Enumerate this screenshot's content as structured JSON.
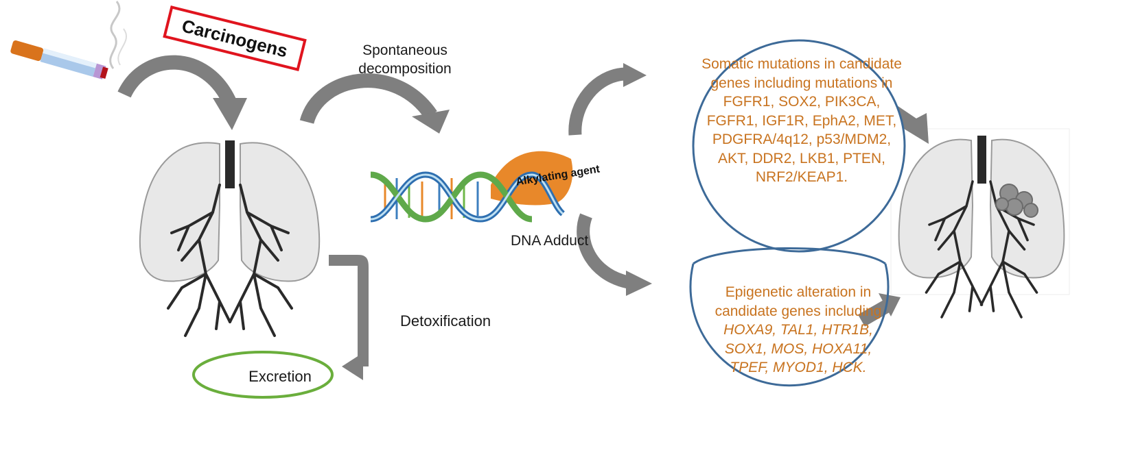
{
  "labels": {
    "carcinogens": "Carcinogens",
    "spontaneous": "Spontaneous decomposition",
    "detoxification": "Detoxification",
    "excretion": "Excretion",
    "dna_adduct": "DNA Adduct",
    "alkylating_agent": "Alkylating agent"
  },
  "somatic": {
    "text": "Somatic mutations in candidate genes including mutations in FGFR1, SOX2, PIK3CA, FGFR1, IGF1R, EphA2, MET, PDGFRA/4q12, p53/MDM2, AKT, DDR2, LKB1, PTEN, NRF2/KEAP1."
  },
  "epigenetic": {
    "intro": "Epigenetic alteration in candidate genes including",
    "genes": "HOXA9, TAL1, HTR1B, SOX1, MOS, HOXA11, TPEF, MYOD1, HCK."
  },
  "colors": {
    "arrow": "#7f7f7f",
    "circle_border": "#3d6a98",
    "gene_text": "#c8731f",
    "excretion_border": "#6aae3c",
    "carcinogens_border": "#e0141e",
    "alkylating_agent": "#e8882a"
  },
  "icons": [
    "cigarette-icon",
    "lungs-icon",
    "dna-helix-icon",
    "tumor-lungs-icon"
  ]
}
